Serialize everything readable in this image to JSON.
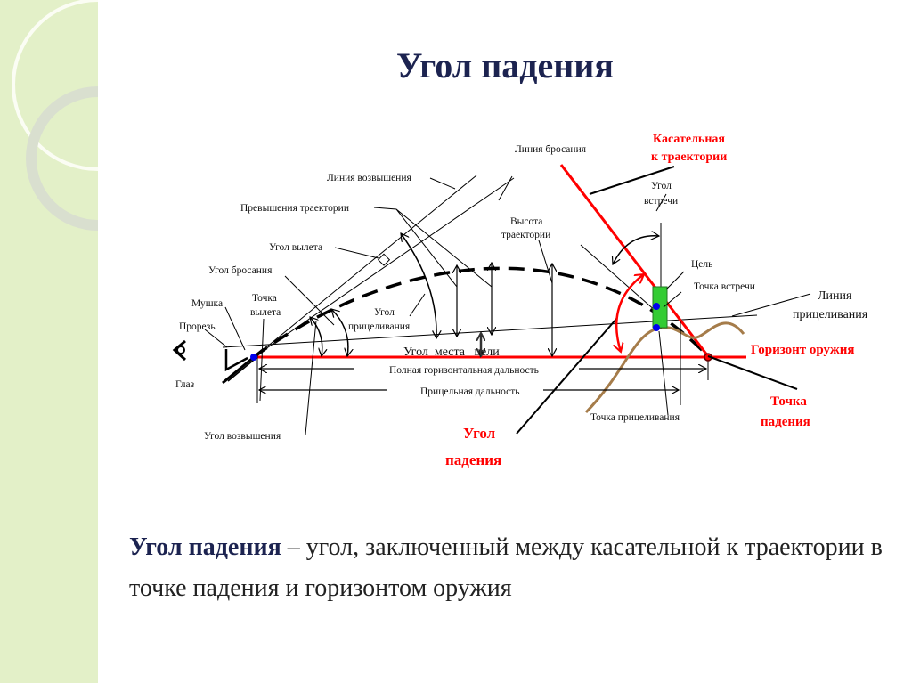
{
  "title": "Угол падения",
  "diagram": {
    "labels": {
      "throw_line": "Линия бросания",
      "elevation_line": "Линия возвышения",
      "trajectory_excess": "Превышения траектории",
      "departure_angle": "Угол вылета",
      "throw_angle": "Угол бросания",
      "front_sight": "Мушка",
      "departure_point_1": "Точка",
      "departure_point_2": "вылета",
      "rear_sight": "Прорезь",
      "eye": "Глаз",
      "aim_angle_1": "Угол",
      "aim_angle_2": "прицеливания",
      "target_site_angle": "Угол  места   цели",
      "full_range": "Полная горизонтальная дальность",
      "aim_range": "Прицельная дальность",
      "elevation_angle": "Угол возвышения",
      "trajectory_height_1": "Высота",
      "trajectory_height_2": "траектории",
      "meet_angle_1": "Угол",
      "meet_angle_2": "встречи",
      "target": "Цель",
      "meet_point": "Точка встречи",
      "sight_line_1": "Линия",
      "sight_line_2": "прицеливания",
      "aim_point": "Точка прицеливания",
      "tangent_1": "Касательная",
      "tangent_2": "к траектории",
      "weapon_horizon": "Горизонт оружия",
      "fall_point_1": "Точка",
      "fall_point_2": "падения",
      "fall_angle_1": "Угол",
      "fall_angle_2": "падения"
    },
    "colors": {
      "red": "#ff0000",
      "target": "#33cc33",
      "ground": "#a57c4a",
      "dot": "#0000ee"
    }
  },
  "definition": {
    "term": "Угол падения",
    "text": " – угол, заключенный между касательной к траектории в точке падения и горизонтом оружия"
  }
}
